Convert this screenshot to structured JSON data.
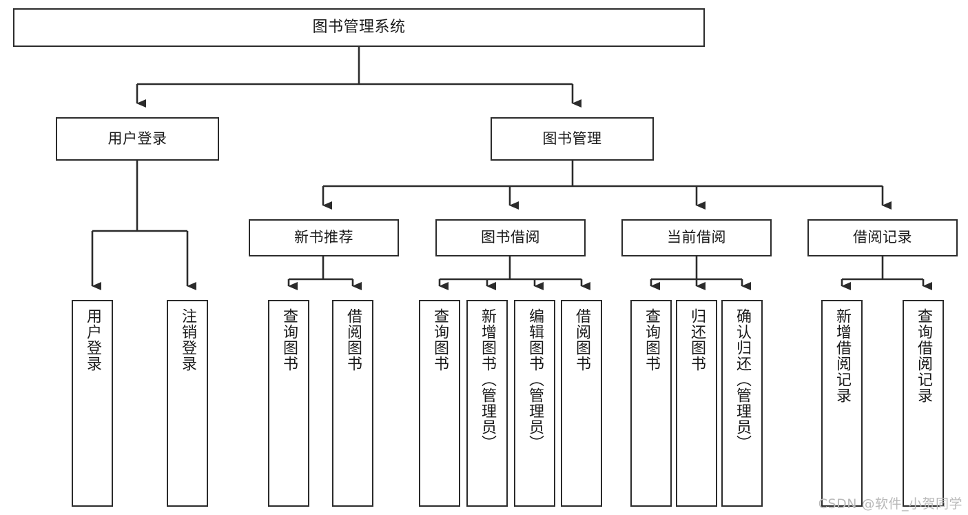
{
  "diagram": {
    "title": "图书管理系统",
    "type": "tree",
    "stroke_color": "#2b2b2b",
    "fill_color": "#ffffff",
    "text_color": "#1a1a1a"
  },
  "nodes": {
    "root": {
      "label": "图书管理系统"
    },
    "level2": [
      {
        "label": "用户登录"
      },
      {
        "label": "图书管理"
      }
    ],
    "level3": [
      {
        "label": "新书推荐"
      },
      {
        "label": "图书借阅"
      },
      {
        "label": "当前借阅"
      },
      {
        "label": "借阅记录"
      }
    ],
    "leaves": {
      "user_login": [
        {
          "label": "用户登录"
        },
        {
          "label": "注销登录"
        }
      ],
      "new_book_recommend": [
        {
          "label": "查询图书"
        },
        {
          "label": "借阅图书"
        }
      ],
      "book_borrow": [
        {
          "label": "查询图书"
        },
        {
          "label": "新增图书（管理员）"
        },
        {
          "label": "编辑图书（管理员）"
        },
        {
          "label": "借阅图书"
        }
      ],
      "current_borrow": [
        {
          "label": "查询图书"
        },
        {
          "label": "归还图书"
        },
        {
          "label": "确认归还（管理员）"
        }
      ],
      "borrow_record": [
        {
          "label": "新增借阅记录"
        },
        {
          "label": "查询借阅记录"
        }
      ]
    }
  },
  "watermark": {
    "text": "CSDN @软件_小贺同学"
  }
}
